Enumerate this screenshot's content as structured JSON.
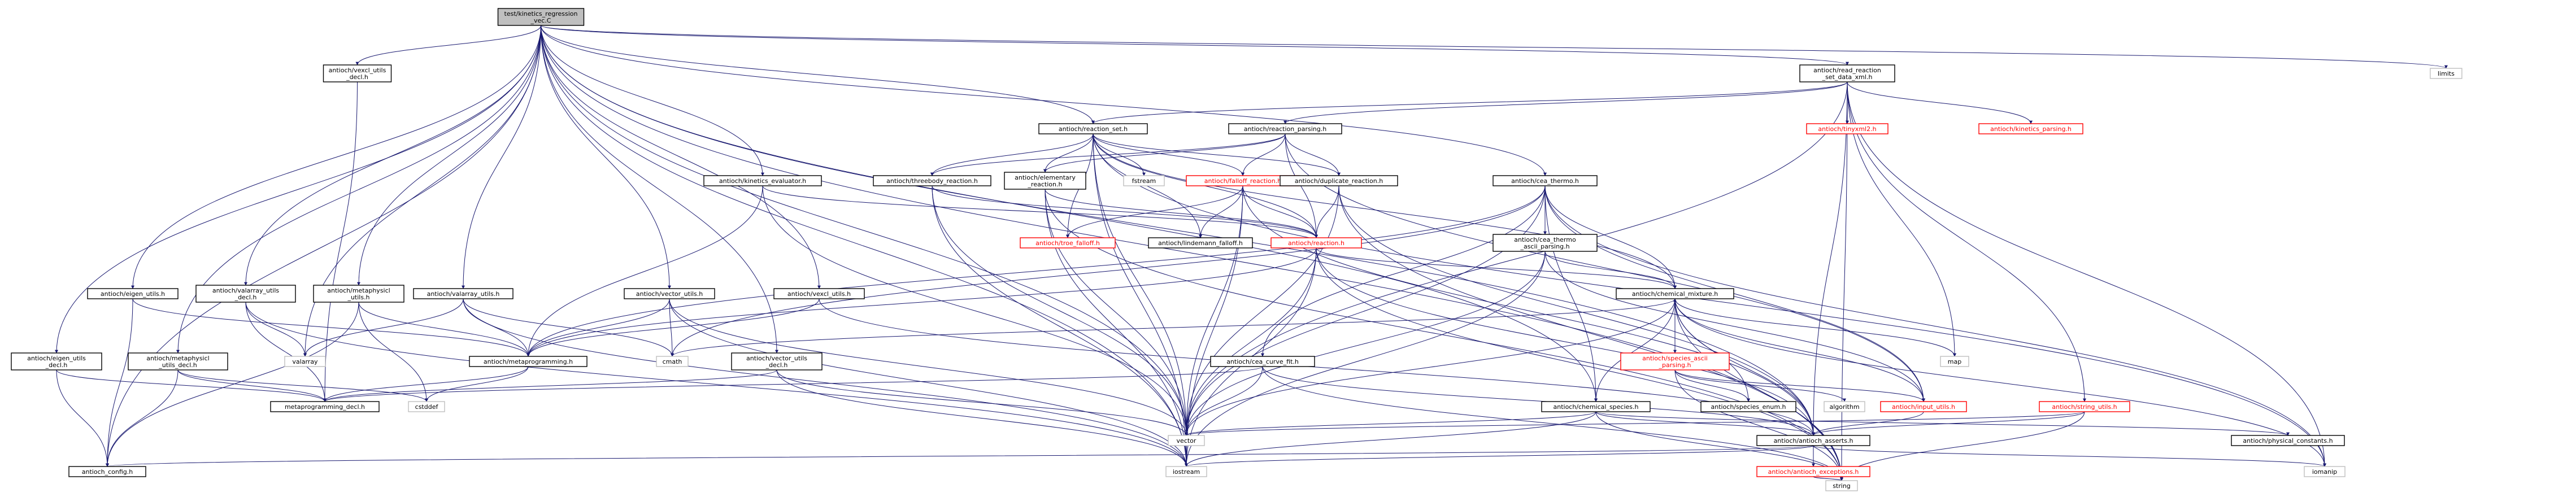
{
  "graph": {
    "nodes": [
      {
        "id": "root",
        "lines": [
          "test/kinetics_regression",
          "_vec.C"
        ],
        "kind": "root"
      },
      {
        "id": "vexcl_decl",
        "lines": [
          "antioch/vexcl_utils",
          "_decl.h"
        ],
        "kind": "hdr"
      },
      {
        "id": "read_reaction",
        "lines": [
          "antioch/read_reaction",
          "_set_data_xml.h"
        ],
        "kind": "hdr"
      },
      {
        "id": "limits",
        "lines": [
          "limits"
        ],
        "kind": "std"
      },
      {
        "id": "reaction_set",
        "lines": [
          "antioch/reaction_set.h"
        ],
        "kind": "hdr"
      },
      {
        "id": "reaction_parsing",
        "lines": [
          "antioch/reaction_parsing.h"
        ],
        "kind": "hdr"
      },
      {
        "id": "tinyxml2",
        "lines": [
          "antioch/tinyxml2.h"
        ],
        "kind": "red"
      },
      {
        "id": "kinetics_parsing",
        "lines": [
          "antioch/kinetics_parsing.h"
        ],
        "kind": "red"
      },
      {
        "id": "threebody",
        "lines": [
          "antioch/threebody_reaction.h"
        ],
        "kind": "hdr"
      },
      {
        "id": "elementary",
        "lines": [
          "antioch/elementary",
          "_reaction.h"
        ],
        "kind": "hdr"
      },
      {
        "id": "fstream",
        "lines": [
          "fstream"
        ],
        "kind": "std"
      },
      {
        "id": "falloff",
        "lines": [
          "antioch/falloff_reaction.h"
        ],
        "kind": "red"
      },
      {
        "id": "duplicate",
        "lines": [
          "antioch/duplicate_reaction.h"
        ],
        "kind": "hdr"
      },
      {
        "id": "cea_thermo",
        "lines": [
          "antioch/cea_thermo.h"
        ],
        "kind": "hdr"
      },
      {
        "id": "kinetics_eval",
        "lines": [
          "antioch/kinetics_evaluator.h"
        ],
        "kind": "hdr"
      },
      {
        "id": "troe",
        "lines": [
          "antioch/troe_falloff.h"
        ],
        "kind": "red"
      },
      {
        "id": "lindemann",
        "lines": [
          "antioch/lindemann_falloff.h"
        ],
        "kind": "hdr"
      },
      {
        "id": "reaction",
        "lines": [
          "antioch/reaction.h"
        ],
        "kind": "red"
      },
      {
        "id": "cea_thermo_ascii",
        "lines": [
          "antioch/cea_thermo",
          "_ascii_parsing.h"
        ],
        "kind": "hdr"
      },
      {
        "id": "eigen_utils",
        "lines": [
          "antioch/eigen_utils.h"
        ],
        "kind": "hdr"
      },
      {
        "id": "valarray_decl",
        "lines": [
          "antioch/valarray_utils",
          "_decl.h"
        ],
        "kind": "hdr"
      },
      {
        "id": "metaphysicl_utils",
        "lines": [
          "antioch/metaphysicl",
          "_utils.h"
        ],
        "kind": "hdr"
      },
      {
        "id": "valarray_utils",
        "lines": [
          "antioch/valarray_utils.h"
        ],
        "kind": "hdr"
      },
      {
        "id": "vector_utils",
        "lines": [
          "antioch/vector_utils.h"
        ],
        "kind": "hdr"
      },
      {
        "id": "vexcl_utils",
        "lines": [
          "antioch/vexcl_utils.h"
        ],
        "kind": "hdr"
      },
      {
        "id": "chemical_mixture",
        "lines": [
          "antioch/chemical_mixture.h"
        ],
        "kind": "hdr"
      },
      {
        "id": "eigen_decl",
        "lines": [
          "antioch/eigen_utils",
          "_decl.h"
        ],
        "kind": "hdr"
      },
      {
        "id": "metaphysicl_decl",
        "lines": [
          "antioch/metaphysicl",
          "_utils_decl.h"
        ],
        "kind": "hdr"
      },
      {
        "id": "valarray",
        "lines": [
          "valarray"
        ],
        "kind": "std"
      },
      {
        "id": "metaprogramming",
        "lines": [
          "antioch/metaprogramming.h"
        ],
        "kind": "hdr"
      },
      {
        "id": "cmath",
        "lines": [
          "cmath"
        ],
        "kind": "std"
      },
      {
        "id": "cea_curve_fit",
        "lines": [
          "antioch/cea_curve_fit.h"
        ],
        "kind": "hdr"
      },
      {
        "id": "vector_decl",
        "lines": [
          "antioch/vector_utils",
          "_decl.h"
        ],
        "kind": "hdr"
      },
      {
        "id": "species_ascii",
        "lines": [
          "antioch/species_ascii",
          "_parsing.h"
        ],
        "kind": "red"
      },
      {
        "id": "map",
        "lines": [
          "map"
        ],
        "kind": "std"
      },
      {
        "id": "metaprogramming_decl",
        "lines": [
          "metaprogramming_decl.h"
        ],
        "kind": "hdr"
      },
      {
        "id": "cstddef",
        "lines": [
          "cstddef"
        ],
        "kind": "std"
      },
      {
        "id": "chemical_species",
        "lines": [
          "antioch/chemical_species.h"
        ],
        "kind": "hdr"
      },
      {
        "id": "species_enum",
        "lines": [
          "antioch/species_enum.h"
        ],
        "kind": "hdr"
      },
      {
        "id": "algorithm",
        "lines": [
          "algorithm"
        ],
        "kind": "std"
      },
      {
        "id": "input_utils",
        "lines": [
          "antioch/input_utils.h"
        ],
        "kind": "red"
      },
      {
        "id": "string_utils",
        "lines": [
          "antioch/string_utils.h"
        ],
        "kind": "red"
      },
      {
        "id": "vector",
        "lines": [
          "vector"
        ],
        "kind": "std"
      },
      {
        "id": "physical_constants",
        "lines": [
          "antioch/physical_constants.h"
        ],
        "kind": "hdr"
      },
      {
        "id": "antioch_asserts",
        "lines": [
          "antioch/antioch_asserts.h"
        ],
        "kind": "hdr"
      },
      {
        "id": "antioch_config",
        "lines": [
          "antioch_config.h"
        ],
        "kind": "hdr"
      },
      {
        "id": "iostream",
        "lines": [
          "iostream"
        ],
        "kind": "std"
      },
      {
        "id": "iomanip",
        "lines": [
          "iomanip"
        ],
        "kind": "std"
      },
      {
        "id": "antioch_exceptions",
        "lines": [
          "antioch/antioch_exceptions.h"
        ],
        "kind": "red"
      },
      {
        "id": "string",
        "lines": [
          "string"
        ],
        "kind": "std"
      }
    ],
    "edges": [
      [
        "root",
        "vexcl_decl"
      ],
      [
        "root",
        "read_reaction"
      ],
      [
        "root",
        "limits"
      ],
      [
        "root",
        "reaction_set"
      ],
      [
        "root",
        "kinetics_eval"
      ],
      [
        "root",
        "cea_thermo"
      ],
      [
        "root",
        "eigen_utils"
      ],
      [
        "root",
        "valarray_decl"
      ],
      [
        "root",
        "metaphysicl_utils"
      ],
      [
        "root",
        "valarray_utils"
      ],
      [
        "root",
        "vector_utils"
      ],
      [
        "root",
        "vexcl_utils"
      ],
      [
        "root",
        "eigen_decl"
      ],
      [
        "root",
        "metaphysicl_decl"
      ],
      [
        "root",
        "valarray"
      ],
      [
        "root",
        "vector_decl"
      ],
      [
        "root",
        "chemical_species"
      ],
      [
        "root",
        "antioch_asserts"
      ],
      [
        "root",
        "antioch_config"
      ],
      [
        "root",
        "vector"
      ],
      [
        "root",
        "iostream"
      ],
      [
        "root",
        "string"
      ],
      [
        "vexcl_decl",
        "metaprogramming_decl"
      ],
      [
        "read_reaction",
        "reaction_set"
      ],
      [
        "read_reaction",
        "reaction_parsing"
      ],
      [
        "read_reaction",
        "tinyxml2"
      ],
      [
        "read_reaction",
        "kinetics_parsing"
      ],
      [
        "read_reaction",
        "string_utils"
      ],
      [
        "read_reaction",
        "map"
      ],
      [
        "read_reaction",
        "antioch_asserts"
      ],
      [
        "read_reaction",
        "iomanip"
      ],
      [
        "read_reaction",
        "string"
      ],
      [
        "read_reaction",
        "vector"
      ],
      [
        "reaction_set",
        "threebody"
      ],
      [
        "reaction_set",
        "elementary"
      ],
      [
        "reaction_set",
        "fstream"
      ],
      [
        "reaction_set",
        "falloff"
      ],
      [
        "reaction_set",
        "duplicate"
      ],
      [
        "reaction_set",
        "reaction"
      ],
      [
        "reaction_set",
        "troe"
      ],
      [
        "reaction_set",
        "lindemann"
      ],
      [
        "reaction_set",
        "chemical_mixture"
      ],
      [
        "reaction_set",
        "vector"
      ],
      [
        "reaction_set",
        "iostream"
      ],
      [
        "reaction_set",
        "iomanip"
      ],
      [
        "reaction_parsing",
        "elementary"
      ],
      [
        "reaction_parsing",
        "falloff"
      ],
      [
        "reaction_parsing",
        "duplicate"
      ],
      [
        "reaction_parsing",
        "reaction"
      ],
      [
        "reaction_parsing",
        "threebody"
      ],
      [
        "reaction_parsing",
        "input_utils"
      ],
      [
        "threebody",
        "reaction"
      ],
      [
        "threebody",
        "vector"
      ],
      [
        "threebody",
        "iostream"
      ],
      [
        "elementary",
        "reaction"
      ],
      [
        "elementary",
        "vector"
      ],
      [
        "elementary",
        "iostream"
      ],
      [
        "elementary",
        "string"
      ],
      [
        "falloff",
        "reaction"
      ],
      [
        "falloff",
        "troe"
      ],
      [
        "falloff",
        "lindemann"
      ],
      [
        "falloff",
        "vector"
      ],
      [
        "falloff",
        "iostream"
      ],
      [
        "falloff",
        "antioch_asserts"
      ],
      [
        "duplicate",
        "reaction"
      ],
      [
        "duplicate",
        "vector"
      ],
      [
        "duplicate",
        "string"
      ],
      [
        "duplicate",
        "antioch_asserts"
      ],
      [
        "kinetics_eval",
        "reaction"
      ],
      [
        "kinetics_eval",
        "metaprogramming"
      ],
      [
        "kinetics_eval",
        "vector"
      ],
      [
        "cea_thermo",
        "cea_thermo_ascii"
      ],
      [
        "cea_thermo",
        "chemical_mixture"
      ],
      [
        "cea_thermo",
        "cea_curve_fit"
      ],
      [
        "cea_thermo",
        "chemical_species"
      ],
      [
        "cea_thermo",
        "metaprogramming"
      ],
      [
        "cea_thermo",
        "vector"
      ],
      [
        "cea_thermo",
        "input_utils"
      ],
      [
        "cea_thermo",
        "iomanip"
      ],
      [
        "cea_thermo",
        "cmath"
      ],
      [
        "reaction",
        "chemical_mixture"
      ],
      [
        "reaction",
        "antioch_asserts"
      ],
      [
        "reaction",
        "vector"
      ],
      [
        "reaction",
        "iostream"
      ],
      [
        "reaction",
        "string"
      ],
      [
        "reaction",
        "metaprogramming"
      ],
      [
        "cea_thermo_ascii",
        "chemical_mixture"
      ],
      [
        "cea_thermo_ascii",
        "input_utils"
      ],
      [
        "cea_thermo_ascii",
        "vector"
      ],
      [
        "cea_thermo_ascii",
        "iostream"
      ],
      [
        "eigen_utils",
        "metaprogramming"
      ],
      [
        "eigen_utils",
        "antioch_config"
      ],
      [
        "valarray_decl",
        "metaprogramming_decl"
      ],
      [
        "valarray_decl",
        "valarray"
      ],
      [
        "valarray_decl",
        "iostream"
      ],
      [
        "metaphysicl_utils",
        "metaprogramming"
      ],
      [
        "metaphysicl_utils",
        "cstddef"
      ],
      [
        "metaphysicl_utils",
        "antioch_config"
      ],
      [
        "valarray_utils",
        "metaprogramming"
      ],
      [
        "valarray_utils",
        "valarray"
      ],
      [
        "valarray_utils",
        "cmath"
      ],
      [
        "valarray_utils",
        "iostream"
      ],
      [
        "vector_utils",
        "metaprogramming"
      ],
      [
        "vector_utils",
        "cmath"
      ],
      [
        "vector_utils",
        "vector"
      ],
      [
        "vector_utils",
        "iostream"
      ],
      [
        "vexcl_utils",
        "metaprogramming"
      ],
      [
        "vexcl_utils",
        "antioch_asserts"
      ],
      [
        "chemical_mixture",
        "species_ascii"
      ],
      [
        "chemical_mixture",
        "chemical_species"
      ],
      [
        "chemical_mixture",
        "species_enum"
      ],
      [
        "chemical_mixture",
        "map"
      ],
      [
        "chemical_mixture",
        "input_utils"
      ],
      [
        "chemical_mixture",
        "antioch_asserts"
      ],
      [
        "chemical_mixture",
        "vector"
      ],
      [
        "chemical_mixture",
        "string"
      ],
      [
        "chemical_mixture",
        "iomanip"
      ],
      [
        "chemical_mixture",
        "cmath"
      ],
      [
        "eigen_decl",
        "metaprogramming_decl"
      ],
      [
        "eigen_decl",
        "antioch_config"
      ],
      [
        "metaphysicl_decl",
        "metaprogramming_decl"
      ],
      [
        "metaphysicl_decl",
        "cstddef"
      ],
      [
        "metaphysicl_decl",
        "antioch_config"
      ],
      [
        "metaprogramming",
        "metaprogramming_decl"
      ],
      [
        "metaprogramming",
        "cstddef"
      ],
      [
        "cea_curve_fit",
        "antioch_asserts"
      ],
      [
        "cea_curve_fit",
        "vector"
      ],
      [
        "cea_curve_fit",
        "string"
      ],
      [
        "cea_curve_fit",
        "metaprogramming_decl"
      ],
      [
        "vector_decl",
        "vector"
      ],
      [
        "vector_decl",
        "iostream"
      ],
      [
        "vector_decl",
        "metaprogramming_decl"
      ],
      [
        "species_ascii",
        "chemical_mixture"
      ],
      [
        "species_ascii",
        "species_enum"
      ],
      [
        "species_ascii",
        "algorithm"
      ],
      [
        "species_ascii",
        "input_utils"
      ],
      [
        "species_ascii",
        "string"
      ],
      [
        "chemical_species",
        "physical_constants"
      ],
      [
        "chemical_species",
        "antioch_asserts"
      ],
      [
        "chemical_species",
        "vector"
      ],
      [
        "chemical_species",
        "iostream"
      ],
      [
        "chemical_species",
        "string"
      ],
      [
        "string_utils",
        "antioch_asserts"
      ],
      [
        "string_utils",
        "vector"
      ],
      [
        "string_utils",
        "string"
      ],
      [
        "input_utils",
        "antioch_asserts"
      ],
      [
        "antioch_asserts",
        "antioch_exceptions"
      ],
      [
        "antioch_asserts",
        "antioch_config"
      ],
      [
        "antioch_asserts",
        "iostream"
      ],
      [
        "antioch_asserts",
        "iomanip"
      ],
      [
        "antioch_exceptions",
        "string"
      ]
    ]
  }
}
